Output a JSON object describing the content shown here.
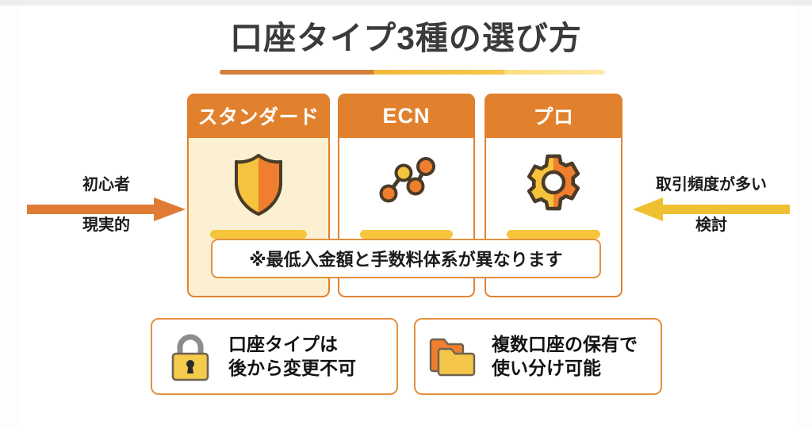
{
  "page": {
    "title": "口座タイプ3種の選び方"
  },
  "cards": [
    {
      "header": "スタンダード",
      "icon": "shield-icon",
      "highlighted": true
    },
    {
      "header": "ECN",
      "icon": "line-chart-icon",
      "highlighted": false
    },
    {
      "header": "プロ",
      "icon": "gear-icon",
      "highlighted": false
    }
  ],
  "note": {
    "text": "※最低入金額と手数料体系が異なります"
  },
  "arrows": {
    "left": {
      "top_label": "初心者",
      "bottom_label": "現実的",
      "direction": "right",
      "color": "#e07b35"
    },
    "right": {
      "top_label": "取引頻度が多い",
      "bottom_label": "検討",
      "direction": "left",
      "color": "#efc132"
    }
  },
  "footer_notes": [
    {
      "icon": "lock-icon",
      "line1": "口座タイプは",
      "line2": "後から変更不可"
    },
    {
      "icon": "folders-icon",
      "line1": "複数口座の保有で",
      "line2": "使い分け可能"
    }
  ],
  "colors": {
    "header_orange": "#e2812d",
    "border_orange": "#e2913f",
    "card_cream": "#fbf0d2",
    "bar_yellow": "#f5c63c",
    "icon_yellow": "#f7c63f",
    "icon_orange": "#ef7f2e",
    "icon_outline": "#4a3b28",
    "text_dark": "#1b1b1b",
    "title_gray": "#3b3b3b"
  }
}
